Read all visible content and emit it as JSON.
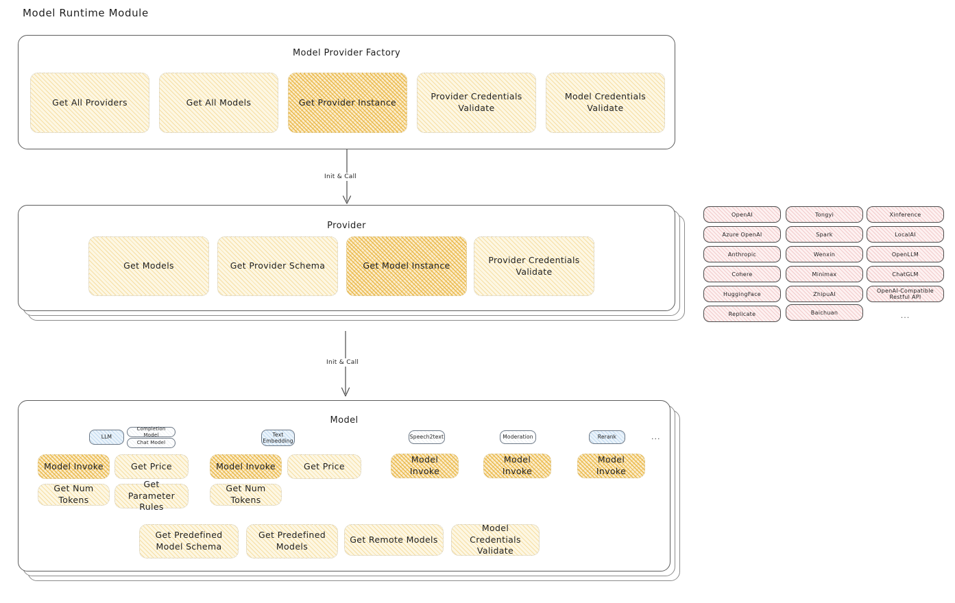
{
  "page": {
    "title": "Model Runtime Module"
  },
  "factory": {
    "title": "Model Provider Factory",
    "boxes": [
      {
        "label": "Get All Providers",
        "highlight": false
      },
      {
        "label": "Get All Models",
        "highlight": false
      },
      {
        "label": "Get Provider Instance",
        "highlight": true
      },
      {
        "label": "Provider Credentials Validate",
        "highlight": false
      },
      {
        "label": "Model Credentials Validate",
        "highlight": false
      }
    ]
  },
  "arrows": [
    {
      "label": "Init & Call"
    },
    {
      "label": "Init & Call"
    }
  ],
  "provider": {
    "title": "Provider",
    "boxes": [
      {
        "label": "Get Models",
        "highlight": false
      },
      {
        "label": "Get Provider Schema",
        "highlight": false
      },
      {
        "label": "Get Model Instance",
        "highlight": true
      },
      {
        "label": "Provider Credentials Validate",
        "highlight": false
      }
    ]
  },
  "provider_list": {
    "column1": [
      "OpenAI",
      "Azure OpenAI",
      "Anthropic",
      "Cohere",
      "HuggingFace",
      "Replicate"
    ],
    "column2": [
      "Tongyi",
      "Spark",
      "Wenxin",
      "Minimax",
      "ZhipuAI",
      "Baichuan"
    ],
    "column3": [
      "Xinference",
      "LocalAI",
      "OpenLLM",
      "ChatGLM",
      "OpenAI-Compatible Restful API"
    ],
    "more": "..."
  },
  "model": {
    "title": "Model",
    "more": "...",
    "types": [
      {
        "badge": "LLM",
        "badge_style": "blue",
        "tags": [
          "Completion Model",
          "Chat Model"
        ],
        "methods": [
          {
            "label": "Model Invoke",
            "highlight": true
          },
          {
            "label": "Get Price",
            "highlight": false
          },
          {
            "label": "Get Num Tokens",
            "highlight": false
          },
          {
            "label": "Get Parameter Rules",
            "highlight": false
          }
        ]
      },
      {
        "badge": "Text Embedding",
        "badge_style": "blue",
        "tags": [],
        "methods": [
          {
            "label": "Model Invoke",
            "highlight": true
          },
          {
            "label": "Get Price",
            "highlight": false
          },
          {
            "label": "Get Num Tokens",
            "highlight": false
          }
        ]
      },
      {
        "badge": "Speech2text",
        "badge_style": "plain",
        "tags": [],
        "methods": [
          {
            "label": "Model Invoke",
            "highlight": true
          }
        ]
      },
      {
        "badge": "Moderation",
        "badge_style": "plain",
        "tags": [],
        "methods": [
          {
            "label": "Model Invoke",
            "highlight": true
          }
        ]
      },
      {
        "badge": "Rerank",
        "badge_style": "blue",
        "tags": [],
        "methods": [
          {
            "label": "Model Invoke",
            "highlight": true
          }
        ]
      }
    ],
    "common_methods": [
      {
        "label": "Get Predefined Model Schema"
      },
      {
        "label": "Get Predefined Models"
      },
      {
        "label": "Get Remote Models"
      },
      {
        "label": "Model Credentials Validate"
      }
    ]
  },
  "colors": {
    "highlight_fill": "#f3cd86",
    "light_fill": "#fdf7e3",
    "chip_fill": "#fdf1f1",
    "badge_blue": "#eaf3fb",
    "stroke": "#5c5c5c"
  }
}
